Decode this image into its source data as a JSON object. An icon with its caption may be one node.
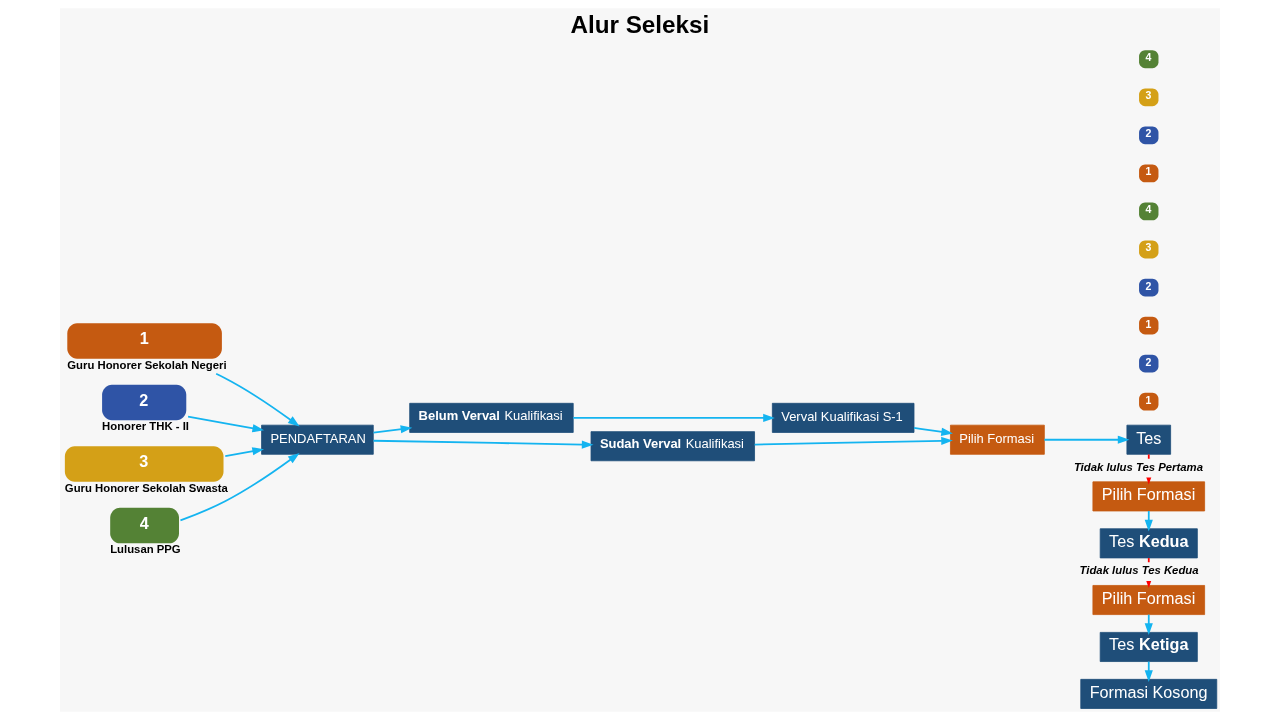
{
  "diagram": {
    "title": "Alur Seleksi",
    "nodes": [
      {
        "text": [
          "1"
        ],
        "beside": [
          "Guru Honorer Sekolah Negeri"
        ]
      },
      {
        "text": [
          "2"
        ],
        "beside": [
          "Honorer THK - II"
        ]
      },
      {
        "text": [
          "3"
        ],
        "beside": [
          "Guru Honorer Sekolah Swasta"
        ]
      },
      {
        "text": [
          "4"
        ],
        "beside": [
          "Lulusan PPG"
        ]
      },
      {
        "text": [
          "PENDAFTARAN"
        ]
      },
      {
        "text": [
          "**Belum Verval** Kualifikasi"
        ]
      },
      {
        "text": [
          "Verval Kualifikasi S-1"
        ]
      },
      {
        "text": [
          "**Sudah Verval** Kualifikasi"
        ]
      },
      {
        "text": [
          "Pilih Formasi"
        ]
      },
      {
        "text": [
          "Tes"
        ]
      },
      {
        "text": [
          "Pilih Formasi"
        ]
      },
      {
        "text": [
          "Tes **Kedua**"
        ]
      },
      {
        "text": [
          "Pilih Formasi"
        ]
      },
      {
        "text": [
          "Tes **Ketiga**"
        ]
      },
      {
        "text": [
          "Formasi Kosong"
        ]
      },
      {
        "text": [
          "1"
        ]
      },
      {
        "text": [
          "2"
        ]
      },
      {
        "text": [
          "1"
        ]
      },
      {
        "text": [
          "2"
        ]
      },
      {
        "text": [
          "3"
        ]
      },
      {
        "text": [
          "4"
        ]
      },
      {
        "text": [
          "1"
        ]
      },
      {
        "text": [
          "2"
        ]
      },
      {
        "text": [
          "3"
        ]
      },
      {
        "text": [
          "4"
        ]
      }
    ],
    "edges": [
      {
        "from": 0,
        "to": 4,
        "arrow": "to"
      },
      {
        "from": 1,
        "to": 4,
        "arrow": "to"
      },
      {
        "from": 2,
        "to": 4,
        "arrow": "to"
      },
      {
        "from": 3,
        "to": 4,
        "arrow": "to"
      },
      {
        "from": 4,
        "to": 5,
        "arrow": "to"
      },
      {
        "from": 4,
        "to": 7,
        "arrow": "to"
      },
      {
        "from": 5,
        "to": 6,
        "arrow": "to"
      },
      {
        "from": 6,
        "to": 8,
        "arrow": "to"
      },
      {
        "from": 7,
        "to": 8,
        "arrow": "to"
      },
      {
        "from": 8,
        "to": 9,
        "arrow": "to"
      },
      {
        "from": 9,
        "to": 10,
        "arrow": "to",
        "label": "Tidak lulus Tes Pertama",
        "color": "#ff0000"
      },
      {
        "from": 10,
        "to": 11,
        "arrow": "to"
      },
      {
        "from": 11,
        "to": 12,
        "arrow": "to",
        "label": "Tidak lulus Tes Kedua",
        "color": "#ff0000"
      },
      {
        "from": 12,
        "to": 13,
        "arrow": "to"
      },
      {
        "from": 13,
        "to": 14,
        "arrow": "to"
      }
    ]
  }
}
